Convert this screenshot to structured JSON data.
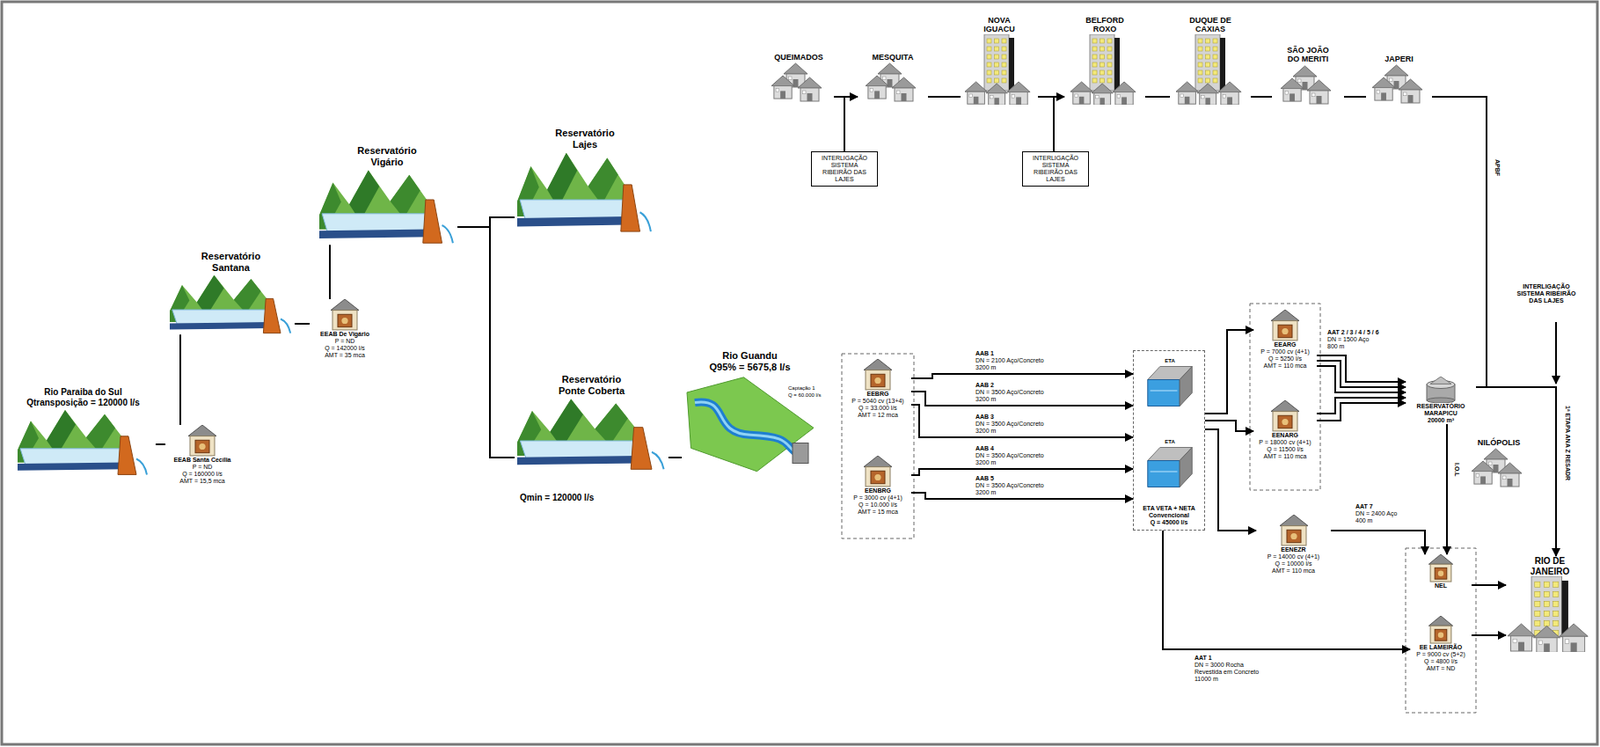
{
  "diagram": {
    "nodes": [
      {
        "text": [
          "QUEIMADOS"
        ]
      },
      {
        "text": [
          "MESQUITA"
        ]
      },
      {
        "text": [
          "NOVA IGUACU"
        ]
      },
      {
        "text": [
          "BELFORD ROXO"
        ]
      },
      {
        "text": [
          "DUQUE DE CAXIAS"
        ]
      },
      {
        "text": [
          "SÃO JOÃO DO MERITI"
        ]
      },
      {
        "text": [
          "JAPERI"
        ]
      },
      {
        "text": [
          "INTERLIGAÇÃO SISTEMA RIBEIRÃO DAS LAJES"
        ]
      },
      {
        "text": [
          "INTERLIGAÇÃO SISTEMA RIBEIRÃO DAS LAJES"
        ]
      },
      {
        "text": [
          "Reservatório Vigário"
        ]
      },
      {
        "text": [
          "Reservatório Lajes"
        ]
      },
      {
        "text": [
          "Reservatório Santana"
        ]
      },
      {
        "text": [
          "EEAB De Vigário",
          "P = ND",
          "Q = 142000 l/s",
          "AMT = 35 mca"
        ]
      },
      {
        "text": [
          "Rio Paraiba do Sul",
          "Qtransposição = 120000 l/s"
        ]
      },
      {
        "text": [
          "EEAB Santa Cecília",
          "P = ND",
          "Q = 160000 l/s",
          "AMT = 15,5 mca"
        ]
      },
      {
        "text": [
          "Reservatório Ponte Coberta"
        ]
      },
      {
        "text": [
          "Rio Guandu",
          "Q95% = 5675,8 l/s"
        ]
      },
      {
        "text": [
          "EEBRG",
          "P = 5040 cv (13+4)",
          "Q = 33.000 l/s",
          "AMT = 12 mca"
        ]
      },
      {
        "text": [
          "EENBRG",
          "P = 3000 cv (4+1)",
          "Q = 10.000 l/s",
          "AMT = 15 mca"
        ]
      },
      {
        "text": [
          "ETA VETA + NETA",
          "Convencional",
          "Q = 45000 l/s"
        ]
      },
      {
        "text": [
          "ETA"
        ],
        "in": 19
      },
      {
        "text": [
          "ETA"
        ],
        "in": 19
      },
      {
        "text": [
          "EEARG",
          "P = 7000 cv (4+1)",
          "Q = 5250 l/s",
          "AMT = 110 mca"
        ]
      },
      {
        "text": [
          "EENARG",
          "P = 18000 cv (4+1)",
          "Q = 11500 l/s",
          "AMT = 110 mca"
        ]
      },
      {
        "text": [
          "RESERVATÓRIO MARAPICU",
          "20000 m³"
        ]
      },
      {
        "text": [
          "NILÓPOLIS"
        ]
      },
      {
        "text": [
          "EENEZR",
          "P = 14000 cv (4+1)",
          "Q = 10000 l/s",
          "AMT = 110 mca"
        ]
      },
      {
        "text": [
          "NEL"
        ]
      },
      {
        "text": [
          "EE LAMEIRÃO",
          "P = 9000 cv (5+2)",
          "Q = 4800 l/s",
          "AMT = ND"
        ]
      },
      {
        "text": [
          "RIO DE JANEIRO"
        ]
      }
    ],
    "edges": [
      {
        "from": 0,
        "to": 1,
        "arrow": "none"
      },
      {
        "from": 1,
        "to": 2,
        "arrow": "none"
      },
      {
        "from": 2,
        "to": 3,
        "arrow": "none"
      },
      {
        "from": 3,
        "to": 4,
        "arrow": "none"
      },
      {
        "from": 4,
        "to": 5,
        "arrow": "none"
      },
      {
        "from": 5,
        "to": 6,
        "arrow": "none"
      },
      {
        "from": 7,
        "to": 1,
        "arrow": "to"
      },
      {
        "from": 8,
        "to": 3,
        "arrow": "to"
      },
      {
        "from": 6,
        "to": 24,
        "arrow": "none"
      },
      {
        "from": 13,
        "to": 14,
        "arrow": "none"
      },
      {
        "from": 14,
        "to": 11,
        "arrow": "none"
      },
      {
        "from": 11,
        "to": 12,
        "arrow": "none"
      },
      {
        "from": 12,
        "to": 9,
        "arrow": "none"
      },
      {
        "from": 9,
        "to": 10,
        "arrow": "none"
      },
      {
        "from": 9,
        "to": 15,
        "arrow": "none"
      },
      {
        "from": 15,
        "to": 16,
        "arrow": "none"
      },
      {
        "from": 17,
        "to": 19,
        "arrow": "to"
      },
      {
        "from": 17,
        "to": 19,
        "arrow": "to"
      },
      {
        "from": 17,
        "to": 19,
        "arrow": "to"
      },
      {
        "from": 18,
        "to": 19,
        "arrow": "to"
      },
      {
        "from": 18,
        "to": 19,
        "arrow": "to"
      },
      {
        "from": 19,
        "to": 22,
        "arrow": "to"
      },
      {
        "from": 19,
        "to": 23,
        "arrow": "to"
      },
      {
        "from": 19,
        "to": 26,
        "arrow": "to"
      },
      {
        "from": 22,
        "to": 24,
        "arrow": "to"
      },
      {
        "from": 22,
        "to": 24,
        "arrow": "to"
      },
      {
        "from": 22,
        "to": 24,
        "arrow": "to"
      },
      {
        "from": 23,
        "to": 24,
        "arrow": "to"
      },
      {
        "from": 23,
        "to": 24,
        "arrow": "to"
      },
      {
        "from": 24,
        "to": 29,
        "arrow": "to"
      },
      {
        "from": 24,
        "to": 27,
        "arrow": "to"
      },
      {
        "from": 26,
        "to": 27,
        "arrow": "to"
      },
      {
        "from": 19,
        "to": 28,
        "arrow": "to"
      },
      {
        "from": 27,
        "to": 29,
        "arrow": "to"
      },
      {
        "from": 28,
        "to": 29,
        "arrow": "to"
      }
    ],
    "labels": [
      "APBF",
      "INTERLIGAÇÃO SISTEMA RIBEIRÃO DAS LAJES",
      "1ª ETAPA ANA Z RESADR",
      "Captação 1",
      "Q = 60.000 l/s",
      "Qmin = 120000 l/s",
      "AAB 1",
      "DN = 2100 Aço/Concreto",
      "3200 m",
      "AAB 2",
      "DN = 3500 Aço/Concreto",
      "3200 m",
      "AAB 3",
      "DN = 3500 Aço/Concreto",
      "3200 m",
      "AAB 4",
      "DN = 3500 Aço/Concreto",
      "3200 m",
      "AAB 5",
      "DN = 3500 Aço/Concreto",
      "3200 m",
      "AAT 2 / 3 / 4 / 5 / 6",
      "DN = 1500 Aço",
      "800 m",
      "I.O.L",
      "AAT 7",
      "DN = 2400 Aço",
      "400 m",
      "AAT 1",
      "DN = 3000 Rocha",
      "Revestida em Concreto",
      "11000 m"
    ]
  }
}
